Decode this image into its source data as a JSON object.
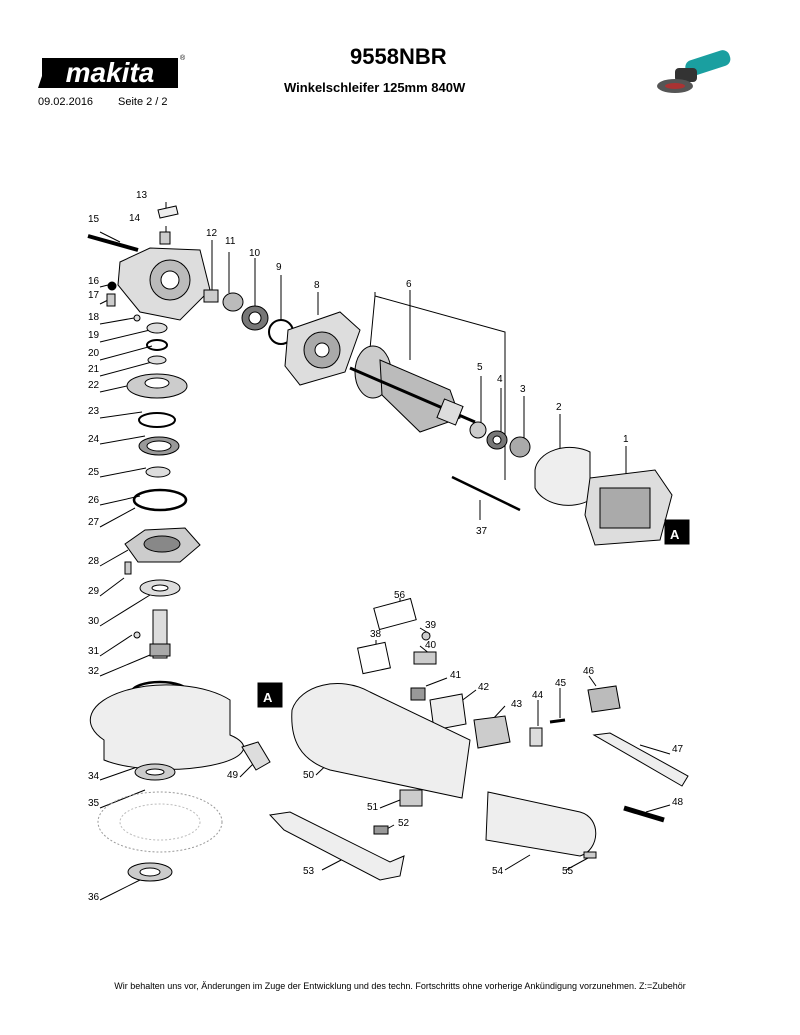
{
  "brand": "makita",
  "header": {
    "model": "9558NBR",
    "subtitle": "Winkelschleifer 125mm 840W",
    "date": "09.02.2016",
    "page": "Seite  2  / 2"
  },
  "parts": [
    {
      "id": "p1",
      "label": "1"
    },
    {
      "id": "p2",
      "label": "2"
    },
    {
      "id": "p3",
      "label": "3"
    },
    {
      "id": "p4",
      "label": "4"
    },
    {
      "id": "p5",
      "label": "5"
    },
    {
      "id": "p6",
      "label": "6"
    },
    {
      "id": "p8",
      "label": "8"
    },
    {
      "id": "p9",
      "label": "9"
    },
    {
      "id": "p10",
      "label": "10"
    },
    {
      "id": "p11",
      "label": "11"
    },
    {
      "id": "p12",
      "label": "12"
    },
    {
      "id": "p13",
      "label": "13"
    },
    {
      "id": "p14",
      "label": "14"
    },
    {
      "id": "p15",
      "label": "15"
    },
    {
      "id": "p16",
      "label": "16"
    },
    {
      "id": "p17",
      "label": "17"
    },
    {
      "id": "p18",
      "label": "18"
    },
    {
      "id": "p19",
      "label": "19"
    },
    {
      "id": "p20",
      "label": "20"
    },
    {
      "id": "p21",
      "label": "21"
    },
    {
      "id": "p22",
      "label": "22"
    },
    {
      "id": "p23",
      "label": "23"
    },
    {
      "id": "p24",
      "label": "24"
    },
    {
      "id": "p25",
      "label": "25"
    },
    {
      "id": "p26",
      "label": "26"
    },
    {
      "id": "p27",
      "label": "27"
    },
    {
      "id": "p28",
      "label": "28"
    },
    {
      "id": "p29",
      "label": "29"
    },
    {
      "id": "p30",
      "label": "30"
    },
    {
      "id": "p31",
      "label": "31"
    },
    {
      "id": "p32",
      "label": "32"
    },
    {
      "id": "p34",
      "label": "34"
    },
    {
      "id": "p35",
      "label": "35"
    },
    {
      "id": "p36",
      "label": "36"
    },
    {
      "id": "p37",
      "label": "37"
    },
    {
      "id": "p38",
      "label": "38"
    },
    {
      "id": "p39",
      "label": "39"
    },
    {
      "id": "p40",
      "label": "40"
    },
    {
      "id": "p41",
      "label": "41"
    },
    {
      "id": "p42",
      "label": "42"
    },
    {
      "id": "p43",
      "label": "43"
    },
    {
      "id": "p44",
      "label": "44"
    },
    {
      "id": "p45",
      "label": "45"
    },
    {
      "id": "p46",
      "label": "46"
    },
    {
      "id": "p47",
      "label": "47"
    },
    {
      "id": "p48",
      "label": "48"
    },
    {
      "id": "p49",
      "label": "49"
    },
    {
      "id": "p50",
      "label": "50"
    },
    {
      "id": "p51",
      "label": "51"
    },
    {
      "id": "p52",
      "label": "52"
    },
    {
      "id": "p53",
      "label": "53"
    },
    {
      "id": "p54",
      "label": "54"
    },
    {
      "id": "p55",
      "label": "55"
    },
    {
      "id": "p56",
      "label": "56"
    }
  ],
  "section_markers": {
    "a_top": "A",
    "a_bottom": "A"
  },
  "footer": "Wir behalten uns vor, Änderungen im Zuge der Entwicklung und des techn. Fortschritts ohne vorherige Ankündigung vorzunehmen. Z:=Zubehör"
}
